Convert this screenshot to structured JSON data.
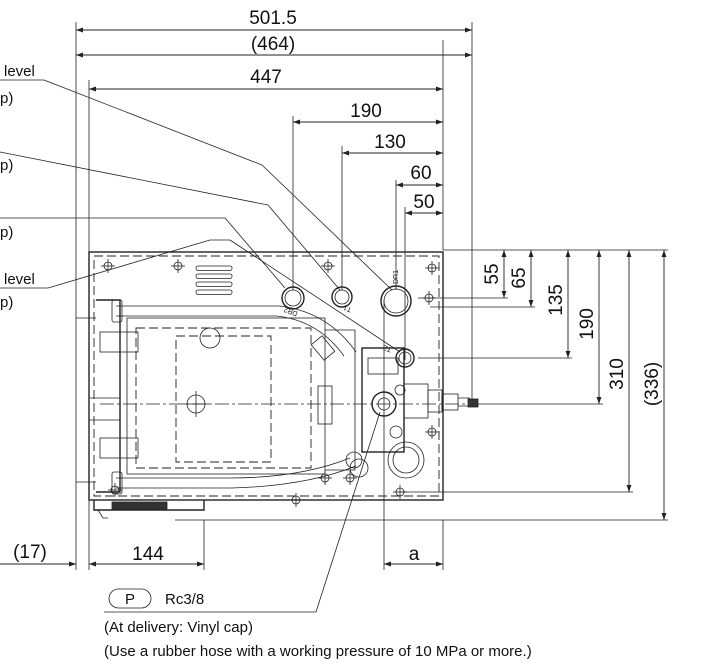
{
  "dimensions": {
    "d501_5": "501.5",
    "d464": "(464)",
    "d447": "447",
    "d190h": "190",
    "d130": "130",
    "d60": "60",
    "d50": "50",
    "d55": "55",
    "d65": "65",
    "d135": "135",
    "d190v": "190",
    "d310": "310",
    "d336": "(336)",
    "d17": "(17)",
    "d144": "144",
    "a": "a"
  },
  "callouts": {
    "c1": "level",
    "c2": "p)",
    "c3": "p)",
    "c4": "p)",
    "c5": "level",
    "c6": "p)"
  },
  "port_labels": {
    "dr2": "DR2",
    "t1": "T1",
    "dr1": "DR1",
    "t2": "T2"
  },
  "note": {
    "port_letter": "P",
    "thread": "Rc3/8",
    "line1": "(At delivery: Vinyl cap)",
    "line2": "(Use a rubber hose with a working pressure of 10 MPa or more.)"
  }
}
